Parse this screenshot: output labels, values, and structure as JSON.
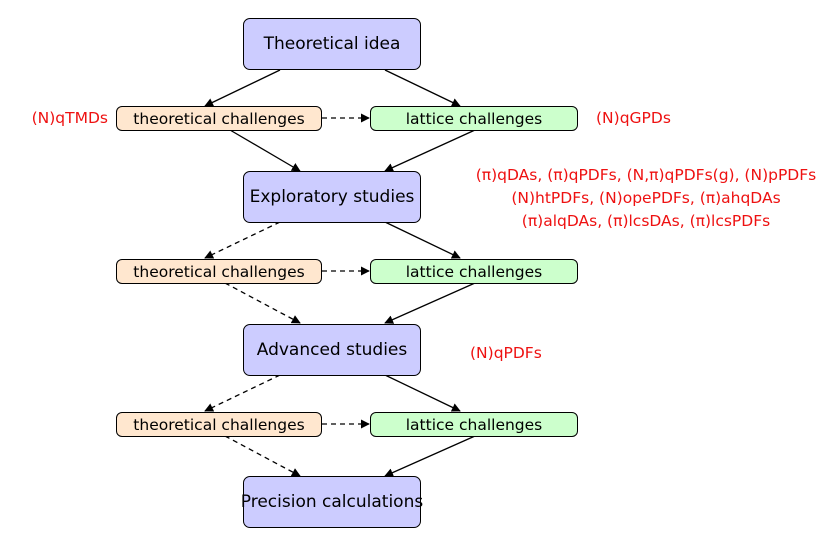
{
  "nodes": {
    "idea": "Theoretical idea",
    "exploratory": "Exploratory studies",
    "advanced": "Advanced studies",
    "precision": "Precision calculations",
    "theo1": "theoretical challenges",
    "latt1": "lattice challenges",
    "theo2": "theoretical challenges",
    "latt2": "lattice challenges",
    "theo3": "theoretical challenges",
    "latt3": "lattice challenges"
  },
  "annotations": {
    "left_stage1": "(N)qTMDs",
    "right_stage1": "(N)qGPDs",
    "exploratory_line1": "(π)qDAs, (π)qPDFs, (N,π)qPDFs(g), (N)pPDFs",
    "exploratory_line2": "(N)htPDFs, (N)opePDFs, (π)ahqDAs",
    "exploratory_line3": "(π)alqDAs, (π)lcsDAs, (π)lcsPDFs",
    "advanced": "(N)qPDFs"
  },
  "colors": {
    "main_fill": "#ccccff",
    "theoretical_fill": "#ffe7cf",
    "lattice_fill": "#ccffcc",
    "annotation_text": "#ee1111",
    "edge": "#000000"
  }
}
